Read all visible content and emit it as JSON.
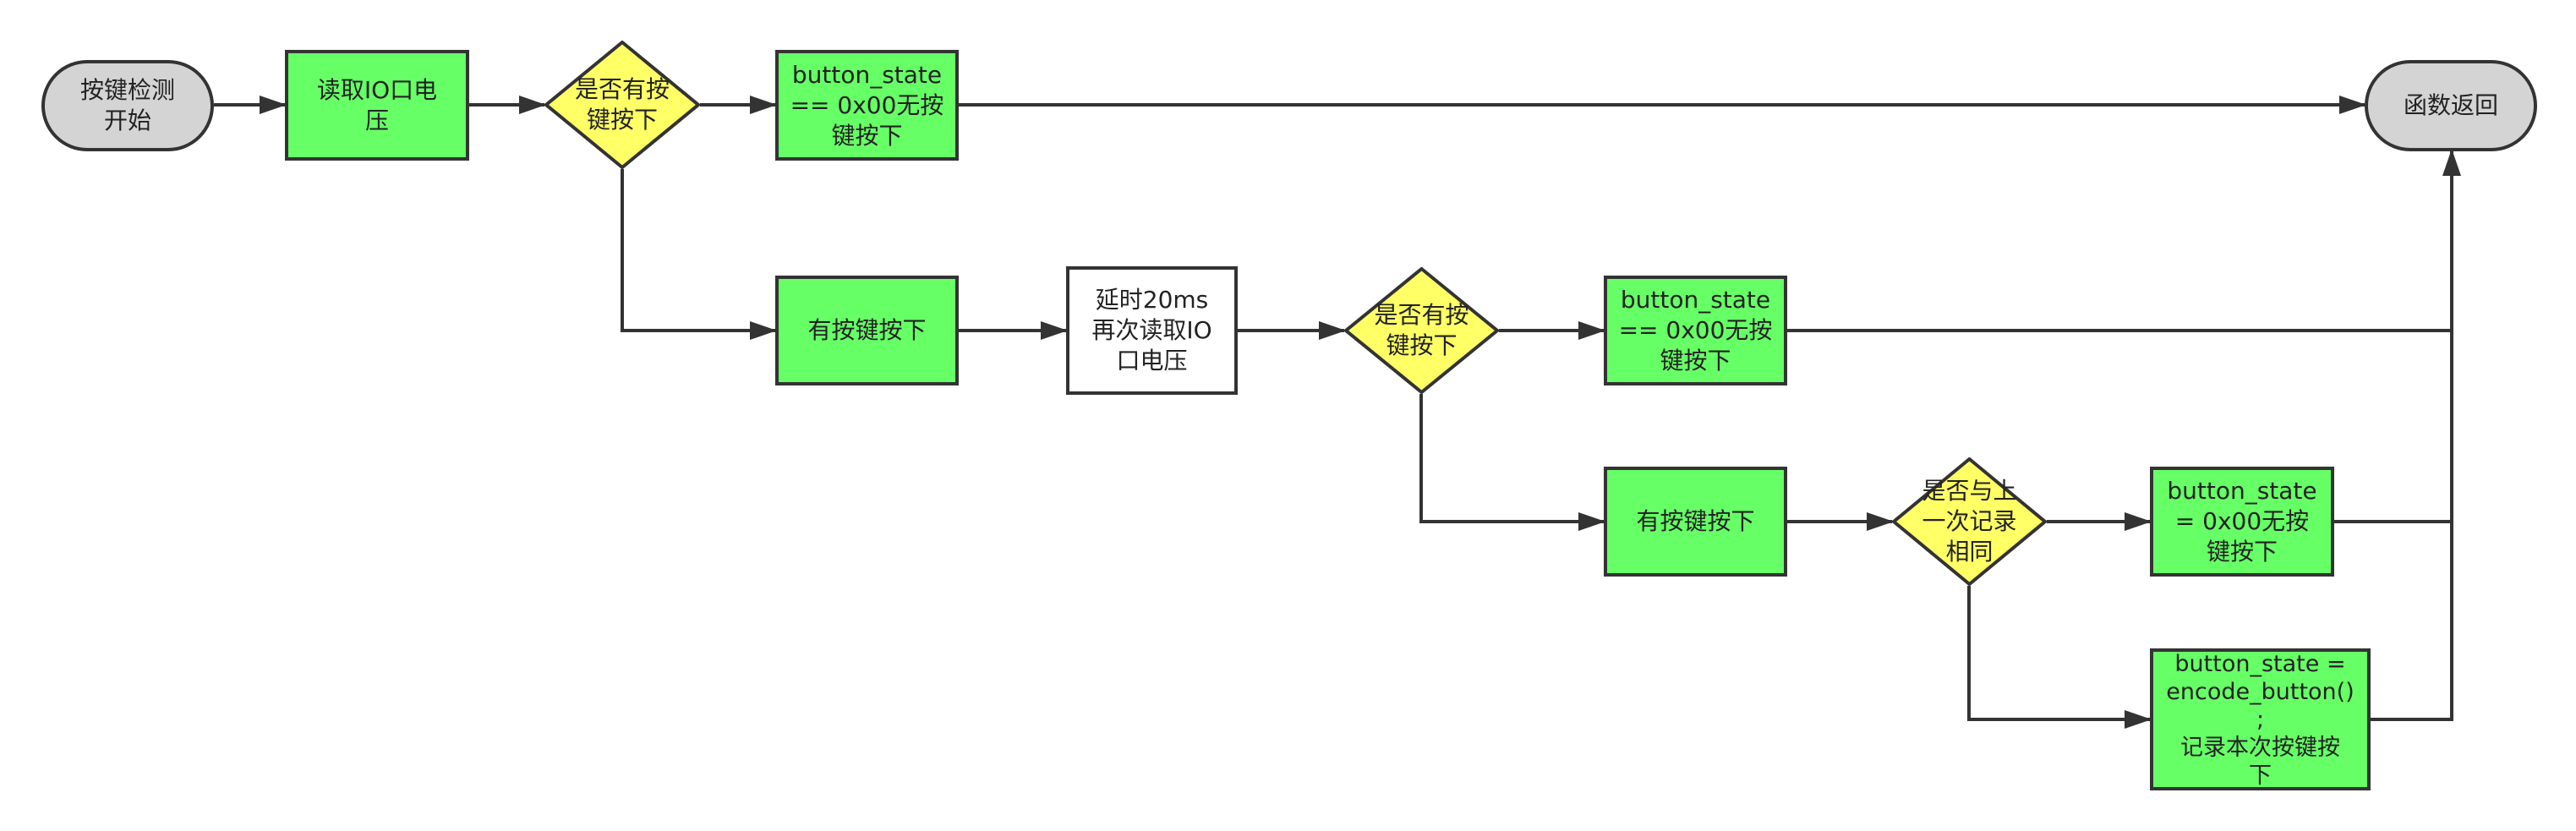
{
  "colors": {
    "terminal_fill": "#d4d4d4",
    "process_fill": "#66ff66",
    "decision_fill": "#ffff66",
    "plain_fill": "#ffffff",
    "stroke": "#333333"
  },
  "nodes": {
    "start": {
      "label": "按键检测\n开始",
      "shape": "terminal"
    },
    "read_io": {
      "label": "读取IO口电\n压",
      "shape": "process"
    },
    "decision1": {
      "label": "是否有按\n键按下",
      "shape": "decision"
    },
    "no_press_1": {
      "label": "button_state\n== 0x00无按\n键按下",
      "shape": "process"
    },
    "has_press_1": {
      "label": "有按键按下",
      "shape": "process"
    },
    "delay": {
      "label": "延时20ms\n再次读取IO\n口电压",
      "shape": "plain"
    },
    "decision2": {
      "label": "是否有按\n键按下",
      "shape": "decision"
    },
    "no_press_2": {
      "label": "button_state\n== 0x00无按\n键按下",
      "shape": "process"
    },
    "has_press_2": {
      "label": "有按键按下",
      "shape": "process"
    },
    "decision3": {
      "label": "是否与上\n一次记录\n相同",
      "shape": "decision"
    },
    "no_press_3": {
      "label": "button_state\n= 0x00无按\n键按下",
      "shape": "process"
    },
    "encode": {
      "label": "button_state =\nencode_button()\n;\n记录本次按键按\n下",
      "shape": "process"
    },
    "return": {
      "label": "函数返回",
      "shape": "terminal"
    }
  }
}
